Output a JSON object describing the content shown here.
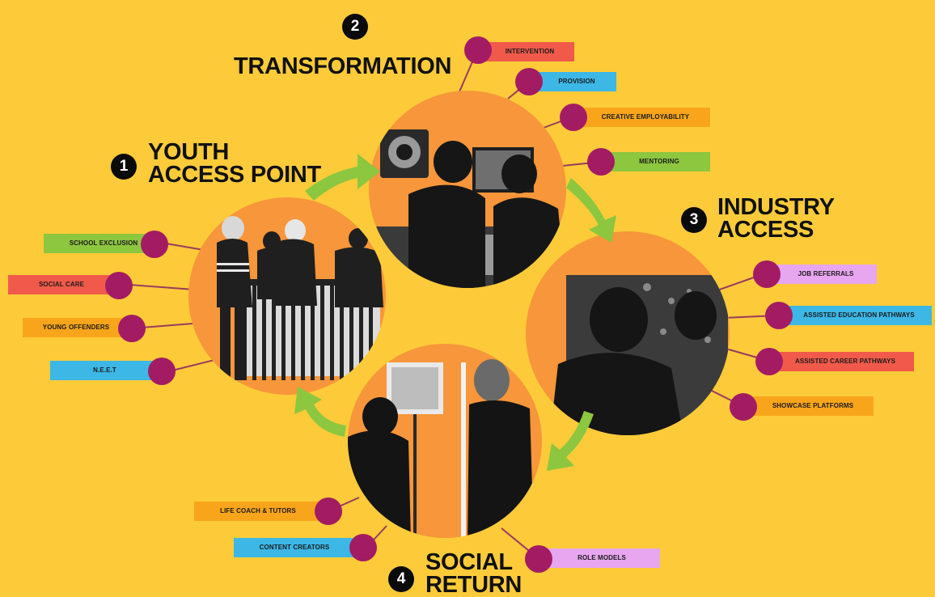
{
  "colors": {
    "background": "#fdcb39",
    "circle": "#f7963a",
    "arrow": "#8dc63f",
    "node": "#a31b63",
    "tag_red": "#f15a4a",
    "tag_blue": "#3cb7e6",
    "tag_orange": "#f9a51b",
    "tag_green": "#8dc63f",
    "tag_pink": "#e7a6ef"
  },
  "stages": {
    "youth": {
      "number": "1",
      "title_line1": "YOUTH",
      "title_line2": "ACCESS POINT"
    },
    "transformation": {
      "number": "2",
      "title_line1": "TRANSFORMATION"
    },
    "industry": {
      "number": "3",
      "title_line1": "INDUSTRY",
      "title_line2": "ACCESS"
    },
    "social": {
      "number": "4",
      "title_line1": "SOCIAL",
      "title_line2": "RETURN"
    }
  },
  "tags": {
    "school_exclusion": "SCHOOL EXCLUSION",
    "social_care": "SOCIAL CARE",
    "young_offenders": "YOUNG OFFENDERS",
    "neet": "N.E.E.T",
    "intervention": "INTERVENTION",
    "provision": "PROVISION",
    "creative_employability": "CREATIVE EMPLOYABILITY",
    "mentoring": "MENTORING",
    "job_referrals": "JOB REFERRALS",
    "assisted_education": "ASSISTED EDUCATION PATHWAYS",
    "assisted_career": "ASSISTED CAREER PATHWAYS",
    "showcase_platforms": "SHOWCASE PLATFORMS",
    "life_coach": "LIFE COACH & TUTORS",
    "content_creators": "CONTENT CREATORS",
    "role_models": "ROLE MODELS"
  }
}
